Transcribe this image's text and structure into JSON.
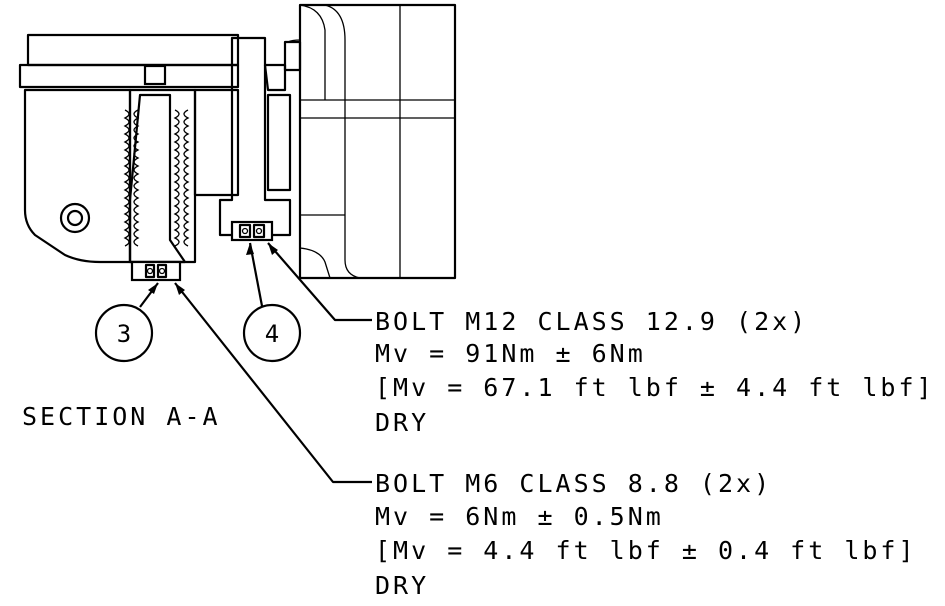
{
  "section_label": "SECTION A-A",
  "balloons": [
    {
      "id": "balloon-3",
      "label": "3"
    },
    {
      "id": "balloon-4",
      "label": "4"
    }
  ],
  "notes": {
    "bolt_m12": {
      "line1": "BOLT M12 CLASS 12.9 (2x)",
      "line2": "Mv = 91Nm ± 6Nm",
      "line3": "[Mv = 67.1 ft lbf ± 4.4 ft lbf]",
      "line4": "DRY"
    },
    "bolt_m6": {
      "line1": "BOLT M6 CLASS 8.8 (2x)",
      "line2": "Mv = 6Nm ± 0.5Nm",
      "line3": "[Mv = 4.4 ft lbf ± 0.4 ft lbf]",
      "line4": "DRY"
    }
  }
}
